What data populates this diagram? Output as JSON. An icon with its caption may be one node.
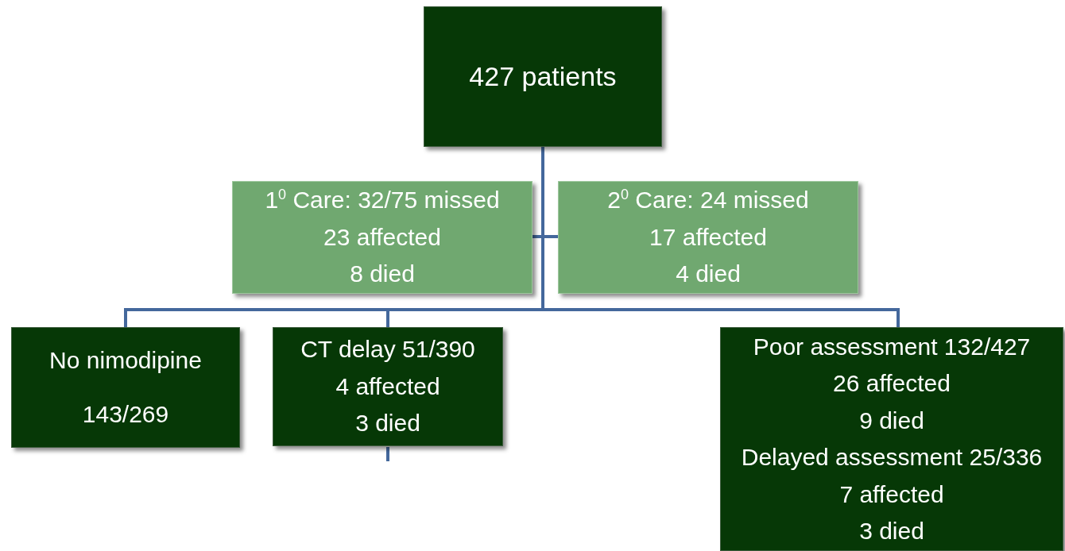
{
  "diagram": {
    "nodes": [
      {
        "text": [
          "427 patients"
        ]
      },
      {
        "text": [
          "1$^{0}$ Care: 32/75 missed",
          "23 affected",
          "8 died"
        ]
      },
      {
        "text": [
          "2$^{0}$ Care: 24 missed",
          "17 affected",
          "4 died"
        ]
      },
      {
        "text": [
          "No nimodipine",
          "143/269"
        ]
      },
      {
        "text": [
          "CT delay 51/390",
          "4 affected",
          "3 died"
        ]
      },
      {
        "text": [
          "Poor assessment 132/427",
          "26 affected",
          "9 died",
          "Delayed assessment 25/336",
          "7 affected",
          "3 died"
        ]
      }
    ],
    "edges": [
      {
        "from": 0,
        "to": 1,
        "arrow": "none"
      },
      {
        "from": 0,
        "to": 2,
        "arrow": "none"
      },
      {
        "from": 0,
        "to": 3,
        "arrow": "none"
      },
      {
        "from": 0,
        "to": 4,
        "arrow": "none"
      },
      {
        "from": 0,
        "to": 5,
        "arrow": "none"
      },
      {
        "from": 4,
        "to": null,
        "arrow": "none"
      }
    ]
  }
}
